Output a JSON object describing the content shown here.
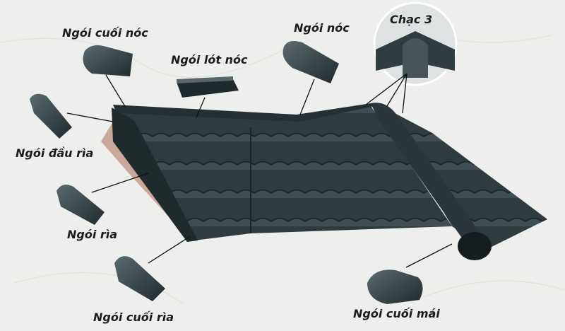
{
  "labels": {
    "ridge_end": "Ngói cuối nóc",
    "ridge_underlay": "Ngói lót nóc",
    "ridge": "Ngói nóc",
    "three_way": "Chạc 3",
    "verge_start": "Ngói đầu rìa",
    "verge": "Ngói rìa",
    "verge_end": "Ngói cuối rìa",
    "hip_end": "Ngói cuối mái"
  },
  "colors": {
    "background": "#eeeeec",
    "tile": "#2e3c40",
    "tile_light": "#4a5a5e",
    "tile_dark": "#1b2528",
    "gable": "#caa99a",
    "leader_line": "#111111"
  }
}
